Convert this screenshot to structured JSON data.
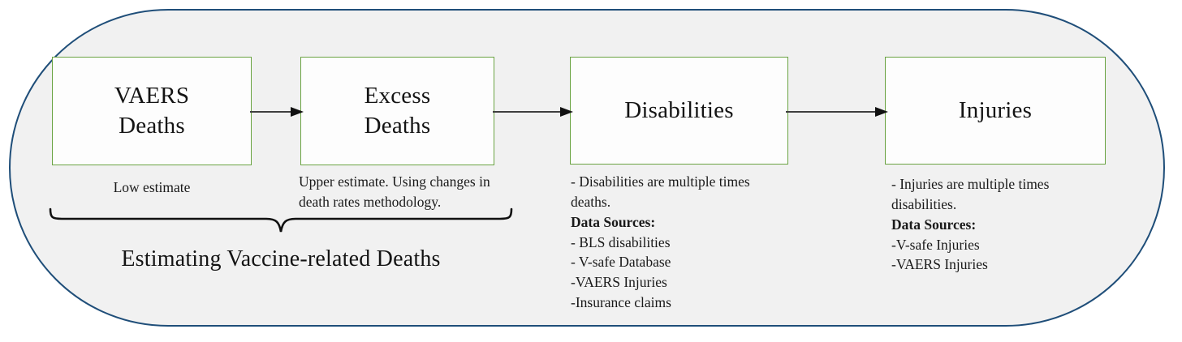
{
  "figure": {
    "type": "flow-diagram",
    "outline_color": "#1f4e79",
    "box_border_color": "#6aa342",
    "background_color": "#f1f1f1",
    "arrow_color": "#3f3f3f"
  },
  "boxes": [
    {
      "id": "vaers-deaths",
      "label": "VAERS\nDeaths"
    },
    {
      "id": "excess-deaths",
      "label": "Excess\nDeaths"
    },
    {
      "id": "disabilities",
      "label": "Disabilities"
    },
    {
      "id": "injuries",
      "label": "Injuries"
    }
  ],
  "captions": {
    "vaers_deaths": {
      "lines": [
        {
          "text": "Low estimate",
          "bold": false
        }
      ]
    },
    "excess_deaths": {
      "lines": [
        {
          "text": "Upper estimate. Using changes in",
          "bold": false
        },
        {
          "text": "death rates methodology.",
          "bold": false
        }
      ]
    },
    "disabilities": {
      "lines": [
        {
          "text": "- Disabilities are multiple times",
          "bold": false
        },
        {
          "text": "deaths.",
          "bold": false
        },
        {
          "text": "Data Sources:",
          "bold": true
        },
        {
          "text": "- BLS disabilities",
          "bold": false
        },
        {
          "text": "- V-safe Database",
          "bold": false
        },
        {
          "text": "-VAERS Injuries",
          "bold": false
        },
        {
          "text": "-Insurance claims",
          "bold": false
        }
      ]
    },
    "injuries": {
      "lines": [
        {
          "text": "- Injuries are multiple times",
          "bold": false
        },
        {
          "text": "disabilities.",
          "bold": false
        },
        {
          "text": "Data Sources:",
          "bold": true
        },
        {
          "text": "-V-safe Injuries",
          "bold": false
        },
        {
          "text": "-VAERS Injuries",
          "bold": false
        }
      ]
    }
  },
  "brace": {
    "label": "Estimating Vaccine-related Deaths",
    "spans_boxes": [
      "vaers-deaths",
      "excess-deaths"
    ]
  },
  "arrows": [
    {
      "id": "arrow-1",
      "from": "vaers-deaths",
      "to": "excess-deaths"
    },
    {
      "id": "arrow-2",
      "from": "excess-deaths",
      "to": "disabilities"
    },
    {
      "id": "arrow-3",
      "from": "disabilities",
      "to": "injuries"
    }
  ]
}
